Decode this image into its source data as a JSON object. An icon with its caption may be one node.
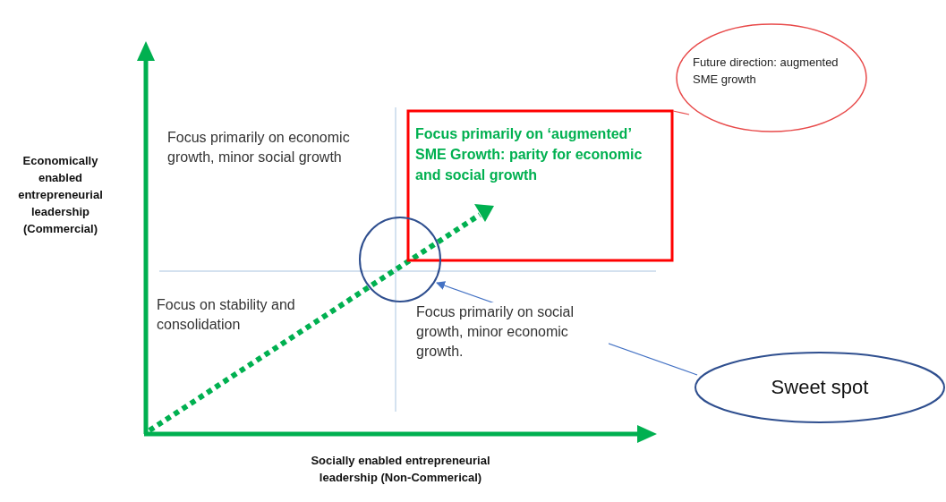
{
  "diagram": {
    "nodes": [
      {
        "text": [
          "Future direction: augmented SME growth"
        ]
      },
      {
        "text": [
          "Focus primarily on ‘augmented’ SME Growth: parity for economic and social growth"
        ]
      },
      {
        "text": [],
        "shape": "circle"
      },
      {
        "text": [
          "Sweet spot"
        ]
      }
    ],
    "edges": [
      {
        "from": 0,
        "to": 1,
        "arrow": "none",
        "color": "#e84a4a"
      },
      {
        "from": 3,
        "to": 2,
        "arrow": "to",
        "color": "#4472c4"
      }
    ],
    "labels": [
      "Economically enabled entrepreneurial leadership (Commercial)",
      "Focus primarily on economic growth, minor social growth",
      "Focus on stability and consolidation",
      "Focus primarily on social growth, minor economic growth.",
      "Socially enabled entrepreneurial leadership (Non-Commerical)"
    ]
  }
}
